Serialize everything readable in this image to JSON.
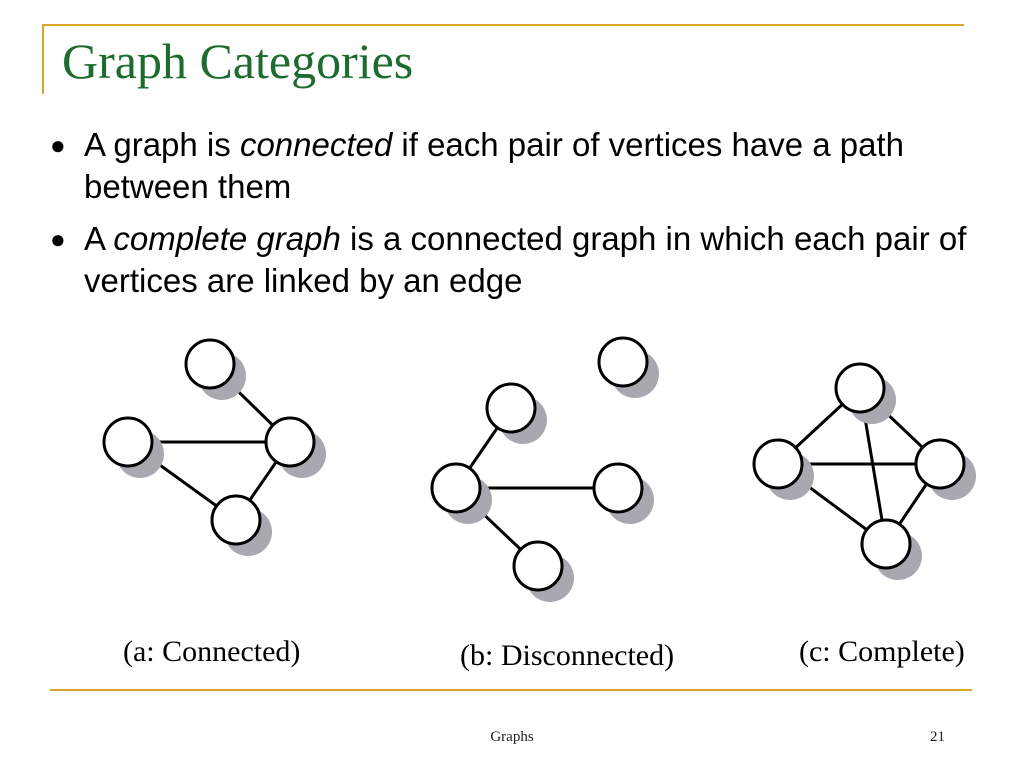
{
  "slide": {
    "title": "Graph Categories",
    "bullets": [
      {
        "before": "A graph is ",
        "em": "connected",
        "after": " if each pair of vertices have a path between them"
      },
      {
        "before": "A ",
        "em": "complete graph",
        "after": " is a connected graph in which each pair of vertices are linked by an edge"
      }
    ],
    "captions": {
      "a": "(a: Connected)",
      "b": "(b: Disconnected)",
      "c": "(c: Complete)"
    },
    "footer": {
      "center": "Graphs",
      "page": "21"
    },
    "colors": {
      "title": "#1d6b2f",
      "rule": "#d9a72b",
      "node_shadow": "#a8a8b0"
    }
  }
}
